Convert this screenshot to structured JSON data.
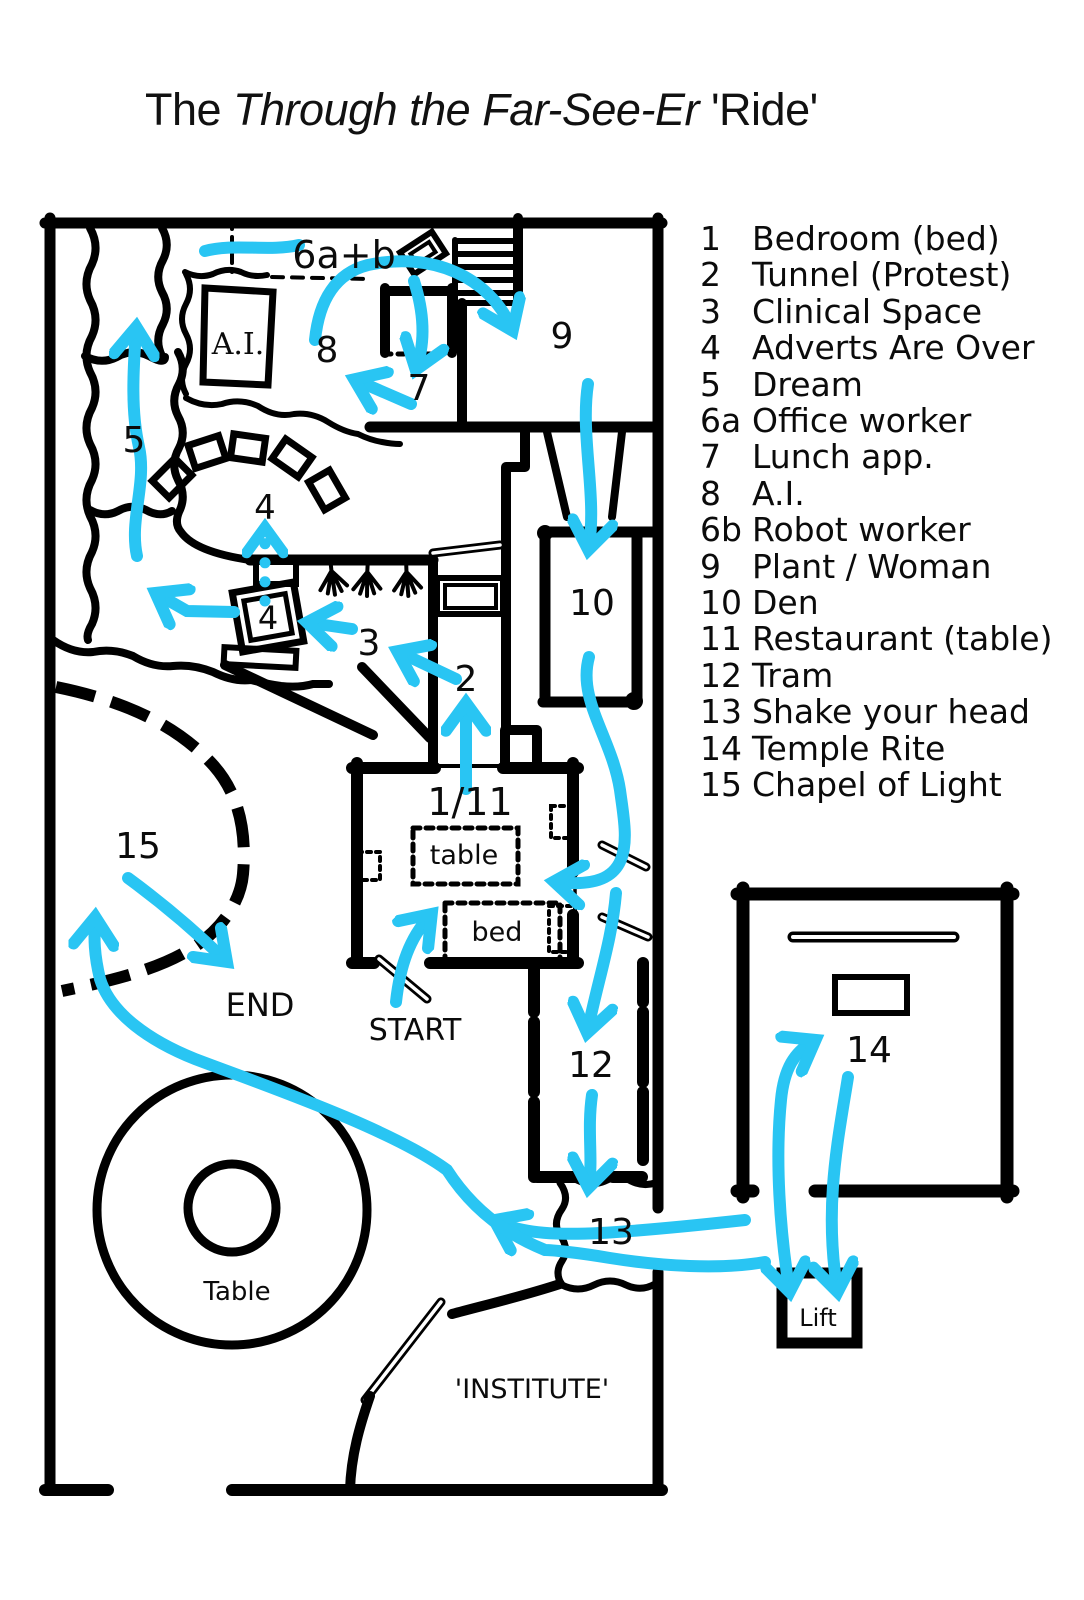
{
  "title": {
    "pre": "The ",
    "italic": "Through the Far-See-Er",
    "post": " 'Ride'"
  },
  "colors": {
    "route": "#29C5F3",
    "ink": "#000000",
    "background": "#FFFFFF"
  },
  "legend": [
    {
      "num": "1",
      "label": "Bedroom (bed)"
    },
    {
      "num": "2",
      "label": "Tunnel (Protest)"
    },
    {
      "num": "3",
      "label": "Clinical Space"
    },
    {
      "num": "4",
      "label": "Adverts Are Over"
    },
    {
      "num": "5",
      "label": "Dream"
    },
    {
      "num": "6a",
      "label": "Office worker"
    },
    {
      "num": "7",
      "label": "Lunch app."
    },
    {
      "num": "8",
      "label": "A.I."
    },
    {
      "num": "6b",
      "label": "Robot worker"
    },
    {
      "num": "9",
      "label": "Plant / Woman"
    },
    {
      "num": "10",
      "label": "Den"
    },
    {
      "num": "11",
      "label": "Restaurant (table)"
    },
    {
      "num": "12",
      "label": "Tram"
    },
    {
      "num": "13",
      "label": "Shake your head"
    },
    {
      "num": "14",
      "label": "Temple Rite"
    },
    {
      "num": "15",
      "label": "Chapel of Light"
    }
  ],
  "map": {
    "labels": [
      {
        "id": "room-6ab",
        "text": "6a+b"
      },
      {
        "id": "room-8",
        "text": "8"
      },
      {
        "id": "room-7",
        "text": "7"
      },
      {
        "id": "room-9",
        "text": "9"
      },
      {
        "id": "room-5",
        "text": "5"
      },
      {
        "id": "room-4-upper",
        "text": "4"
      },
      {
        "id": "room-4-box",
        "text": "4"
      },
      {
        "id": "room-3",
        "text": "3"
      },
      {
        "id": "room-2",
        "text": "2"
      },
      {
        "id": "room-10",
        "text": "10"
      },
      {
        "id": "room-1-11",
        "text": "1/11"
      },
      {
        "id": "table-label",
        "text": "table"
      },
      {
        "id": "bed-label",
        "text": "bed"
      },
      {
        "id": "room-15",
        "text": "15"
      },
      {
        "id": "end-label",
        "text": "END"
      },
      {
        "id": "start-label",
        "text": "START"
      },
      {
        "id": "room-12",
        "text": "12"
      },
      {
        "id": "room-13",
        "text": "13"
      },
      {
        "id": "room-14",
        "text": "14"
      },
      {
        "id": "round-table-label",
        "text": "Table"
      },
      {
        "id": "lift-label",
        "text": "Lift"
      },
      {
        "id": "institute-label",
        "text": "'INSTITUTE'"
      },
      {
        "id": "ai-label",
        "text": "A.I."
      }
    ]
  }
}
